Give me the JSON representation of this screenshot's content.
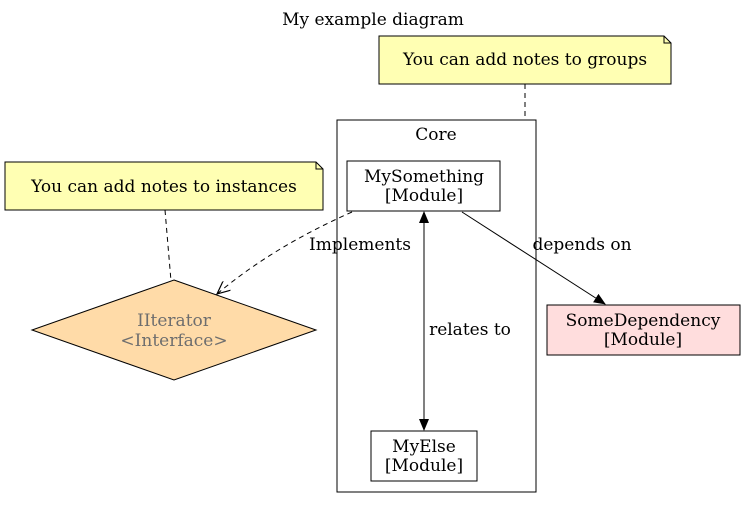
{
  "diagram": {
    "title": "My example diagram",
    "colors": {
      "note_fill": "#ffffb3",
      "interface_fill": "#ffdba8",
      "dependency_fill": "#ffdddd",
      "interface_text": "#6e6e6e",
      "stroke": "#000000",
      "background": "#ffffff"
    },
    "group": {
      "label": "Core"
    },
    "notes": {
      "groups": "You can add notes to groups",
      "instances": "You can add notes to instances"
    },
    "nodes": {
      "mysomething": {
        "line1": "MySomething",
        "line2": "[Module]"
      },
      "myelse": {
        "line1": "MyElse",
        "line2": "[Module]"
      },
      "iiterator": {
        "line1": "IIterator",
        "line2": "<Interface>"
      },
      "somedependency": {
        "line1": "SomeDependency",
        "line2": "[Module]"
      }
    },
    "edges": {
      "implements": "Implements",
      "depends_on": "depends on",
      "relates_to": "relates to"
    }
  }
}
